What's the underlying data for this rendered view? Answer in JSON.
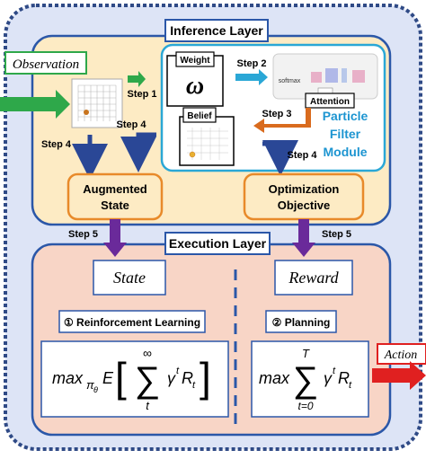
{
  "layers": {
    "inference": "Inference Layer",
    "execution": "Execution Layer"
  },
  "inputs": {
    "observation": "Observation",
    "action": "Action"
  },
  "steps": {
    "step1": "Step 1",
    "step2": "Step 2",
    "step3": "Step 3",
    "step4_left_a": "Step 4",
    "step4_left_b": "Step 4",
    "step4_right": "Step 4",
    "step5_left": "Step 5",
    "step5_right": "Step 5"
  },
  "pf_module": {
    "weight_label": "Weight",
    "weight_symbol": "ω",
    "belief_label": "Belief",
    "attention_label": "Attention",
    "softmax_text": "softmax",
    "title_line1": "Particle",
    "title_line2": "Filter",
    "title_line3": "Module"
  },
  "inference_boxes": {
    "augmented_state_line1": "Augmented",
    "augmented_state_line2": "State",
    "optimization_line1": "Optimization",
    "optimization_line2": "Objective"
  },
  "execution_boxes": {
    "state": "State",
    "reward": "Reward",
    "rl_label": "① Reinforcement Learning",
    "planning_label": "② Planning"
  },
  "formulas": {
    "rl_max": "max",
    "rl_sub": "π",
    "rl_subsub": "θ",
    "rl_E": "E",
    "rl_sum_top": "∞",
    "rl_sum_bottom": "t",
    "rl_term": "γ",
    "rl_exp": "t",
    "rl_R": "R",
    "rl_Rsub": "t",
    "pl_max": "max",
    "pl_sum_top": "T",
    "pl_sum_bottom": "t=0",
    "pl_term": "γ",
    "pl_exp": "t",
    "pl_R": "R",
    "pl_Rsub": "t"
  },
  "colors": {
    "outer_bg": "#dde4f6",
    "outer_border": "#2f4a86",
    "inference_bg": "#fdebc4",
    "execution_bg": "#f8d5c6",
    "layer_border": "#2b57a8",
    "pf_border": "#2aa7d6",
    "orange_border": "#e88a2a",
    "green": "#2ea84a",
    "purple": "#6a2a9a",
    "navy_arrow": "#2a4796",
    "red": "#e02020",
    "orange_arrow": "#d96b1e",
    "pf_text": "#1d95d1"
  }
}
